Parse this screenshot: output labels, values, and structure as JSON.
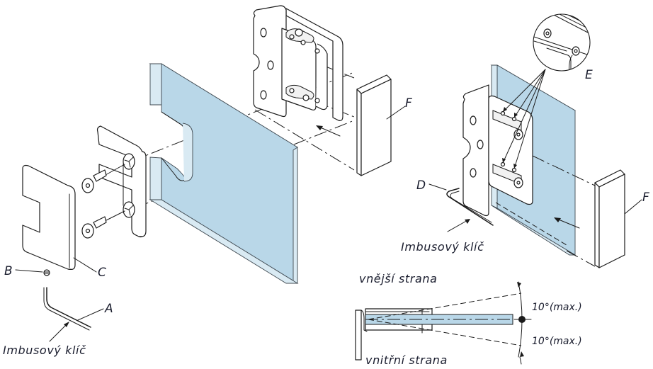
{
  "diagram": {
    "title": "",
    "subject": "glass door hinge assembly",
    "colors": {
      "glass": "#b9d7e8",
      "glass_edge": "#d9eaf3",
      "line": "#1b1b1b",
      "label": "#1a1d2e"
    },
    "part_labels": {
      "A": "A",
      "B": "B",
      "C": "C",
      "D": "D",
      "E": "E",
      "F_left": "F",
      "F_right": "F"
    },
    "captions": {
      "allen_key_left": "Imbusový klíč",
      "allen_key_right": "Imbusový klíč",
      "outer_side": "vnější strana",
      "inner_side": "vnitřní strana",
      "angle_top": "10°(max.)",
      "angle_bottom": "10°(max.)"
    },
    "angles": {
      "max_opening_outward_deg": 10,
      "max_opening_inward_deg": 10
    }
  }
}
